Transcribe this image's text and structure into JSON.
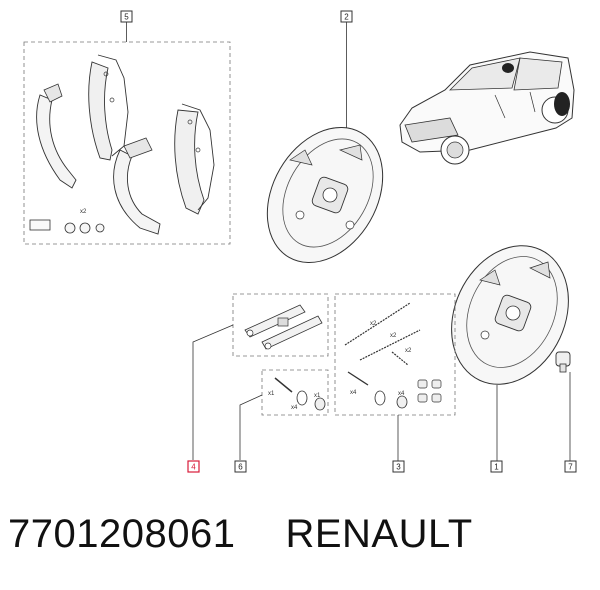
{
  "callouts": {
    "c5": "5",
    "c2": "2",
    "c4": "4",
    "c6": "6",
    "c3": "3",
    "c1": "1",
    "c7": "7"
  },
  "qty": {
    "shoes_pins": "x2",
    "spring_top": "x2",
    "spring_mid": "x2",
    "spring_bot": "x2",
    "pin_left": "x1",
    "pin_left2": "x4",
    "pin_left3": "x1",
    "kit3_a": "x4",
    "kit3_b": "x4"
  },
  "colors": {
    "highlight": "#d81b3a",
    "line": "#333333",
    "dash": "#777777"
  },
  "caption": {
    "part_number": "7701208061",
    "brand": "RENAULT"
  }
}
